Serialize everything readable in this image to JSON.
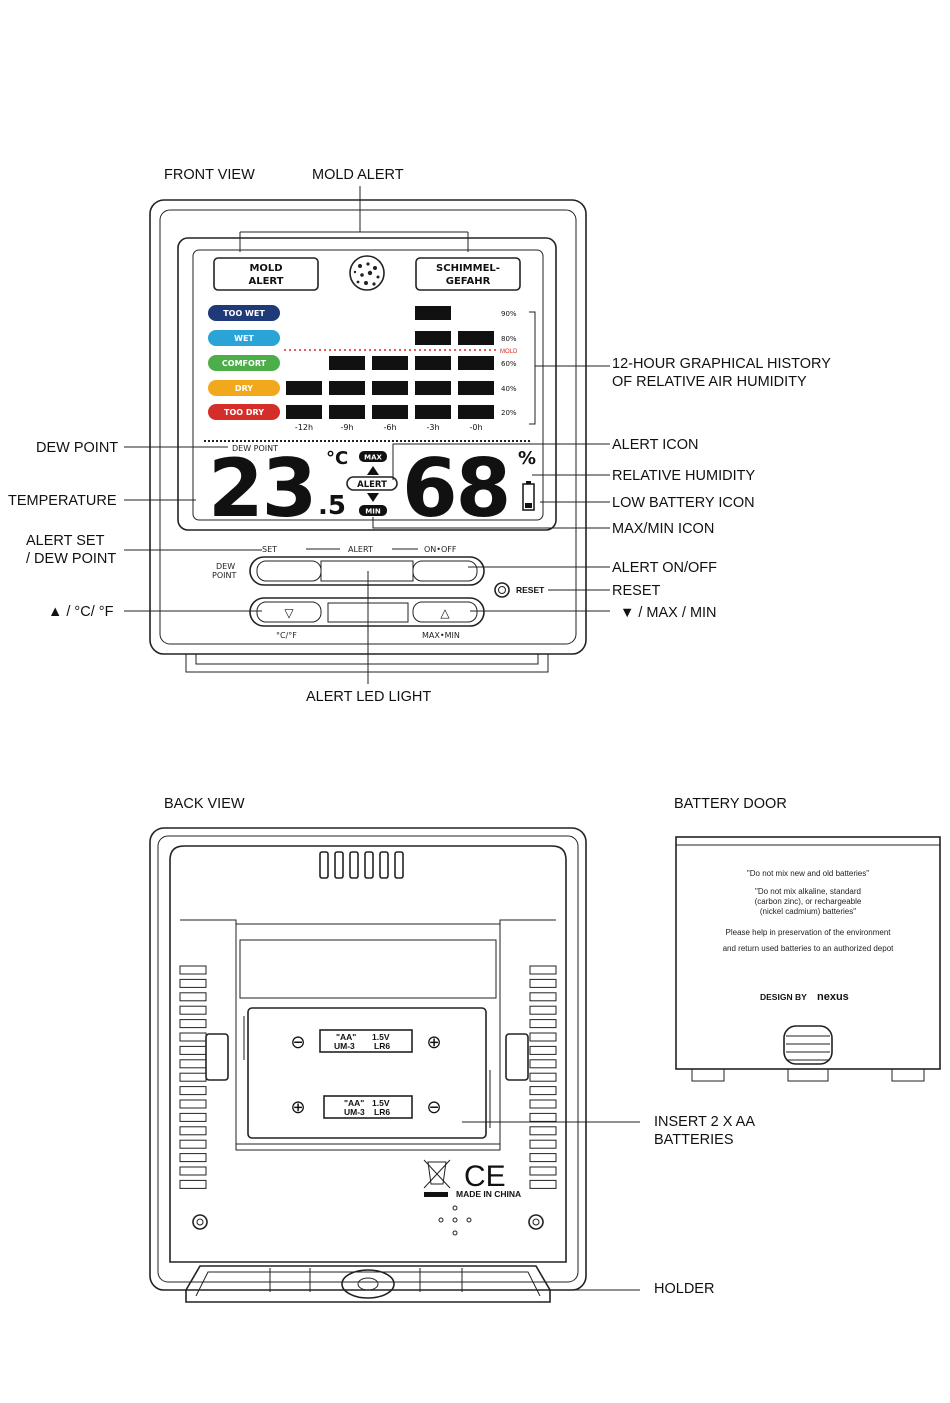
{
  "titles": {
    "front_view": "FRONT VIEW",
    "back_view": "BACK VIEW",
    "battery_door": "BATTERY DOOR"
  },
  "callouts": {
    "mold_alert": "MOLD ALERT",
    "history_line1": "12-HOUR GRAPHICAL HISTORY",
    "history_line2": "OF RELATIVE AIR HUMIDITY",
    "dew_point": "DEW POINT",
    "alert_icon": "ALERT ICON",
    "relative_humidity": "RELATIVE HUMIDITY",
    "temperature": "TEMPERATURE",
    "low_battery_icon": "LOW BATTERY ICON",
    "max_min_icon": "MAX/MIN ICON",
    "alert_set_line1": "ALERT SET",
    "alert_set_line2": "/ DEW POINT",
    "alert_on_off": "ALERT ON/OFF",
    "reset": "RESET",
    "up_unit": "▲ / °C/ °F",
    "down_max_min": "▼ / MAX / MIN",
    "alert_led_light": "ALERT LED LIGHT",
    "insert_line1": "INSERT 2 X AA",
    "insert_line2": "BATTERIES",
    "holder": "HOLDER"
  },
  "display": {
    "mold_alert_line1": "MOLD",
    "mold_alert_line2": "ALERT",
    "schimmel_line1": "SCHIMMEL-",
    "schimmel_line2": "GEFAHR",
    "levels": [
      {
        "label": "TOO WET",
        "color": "#1e3a78"
      },
      {
        "label": "WET",
        "color": "#2aa3d6"
      },
      {
        "label": "COMFORT",
        "color": "#4cae48"
      },
      {
        "label": "DRY",
        "color": "#f2a81d"
      },
      {
        "label": "TOO DRY",
        "color": "#d42e2a"
      }
    ],
    "percent_labels": [
      "90%",
      "80%",
      "60%",
      "40%",
      "20%"
    ],
    "mold_label": "MOLD",
    "time_labels": [
      "-12h",
      "-9h",
      "-6h",
      "-3h",
      "-0h"
    ],
    "dew_point_label": "DEW POINT",
    "temperature": "23",
    "temperature_decimal": ".5",
    "temp_unit": "°C",
    "humidity": "68",
    "humidity_unit": "%",
    "max_icon": "MAX",
    "alert_icon": "ALERT",
    "min_icon": "MIN",
    "set_label": "SET",
    "alert_label": "ALERT",
    "on_off_label": "ON•OFF",
    "dew_point_side_line1": "DEW",
    "dew_point_side_line2": "POINT",
    "reset_label": "RESET",
    "unit_label": "°C/°F",
    "max_min_label": "MAX•MIN",
    "down_symbol": "▽",
    "up_symbol": "△",
    "led_color": "#ff1e1e"
  },
  "chart_data": {
    "type": "bar",
    "categories": [
      "-12h",
      "-9h",
      "-6h",
      "-3h",
      "-0h"
    ],
    "values": [
      40,
      60,
      60,
      90,
      80
    ],
    "levels": [
      "20%",
      "40%",
      "60%",
      "80%",
      "90%"
    ]
  },
  "back": {
    "aa_1": "\"AA\"",
    "volt_1": "1.5V",
    "um_1": "UM-3",
    "lr_1": "LR6",
    "aa_2": "\"AA\"",
    "volt_2": "1.5V",
    "um_2": "UM-3",
    "lr_2": "LR6",
    "plus": "⊕",
    "minus": "⊖",
    "ce": "CE",
    "made_in": "MADE IN CHINA"
  },
  "door": {
    "line1": "\"Do not mix new and old batteries\"",
    "line2": "\"Do not mix alkaline, standard",
    "line3": "(carbon zinc), or rechargeable",
    "line4": "(nickel cadmium) batteries\"",
    "line5": "Please help in preservation of the environment",
    "line6": "and return used batteries to an authorized depot",
    "design_by": "DESIGN BY",
    "brand": "nexus"
  }
}
